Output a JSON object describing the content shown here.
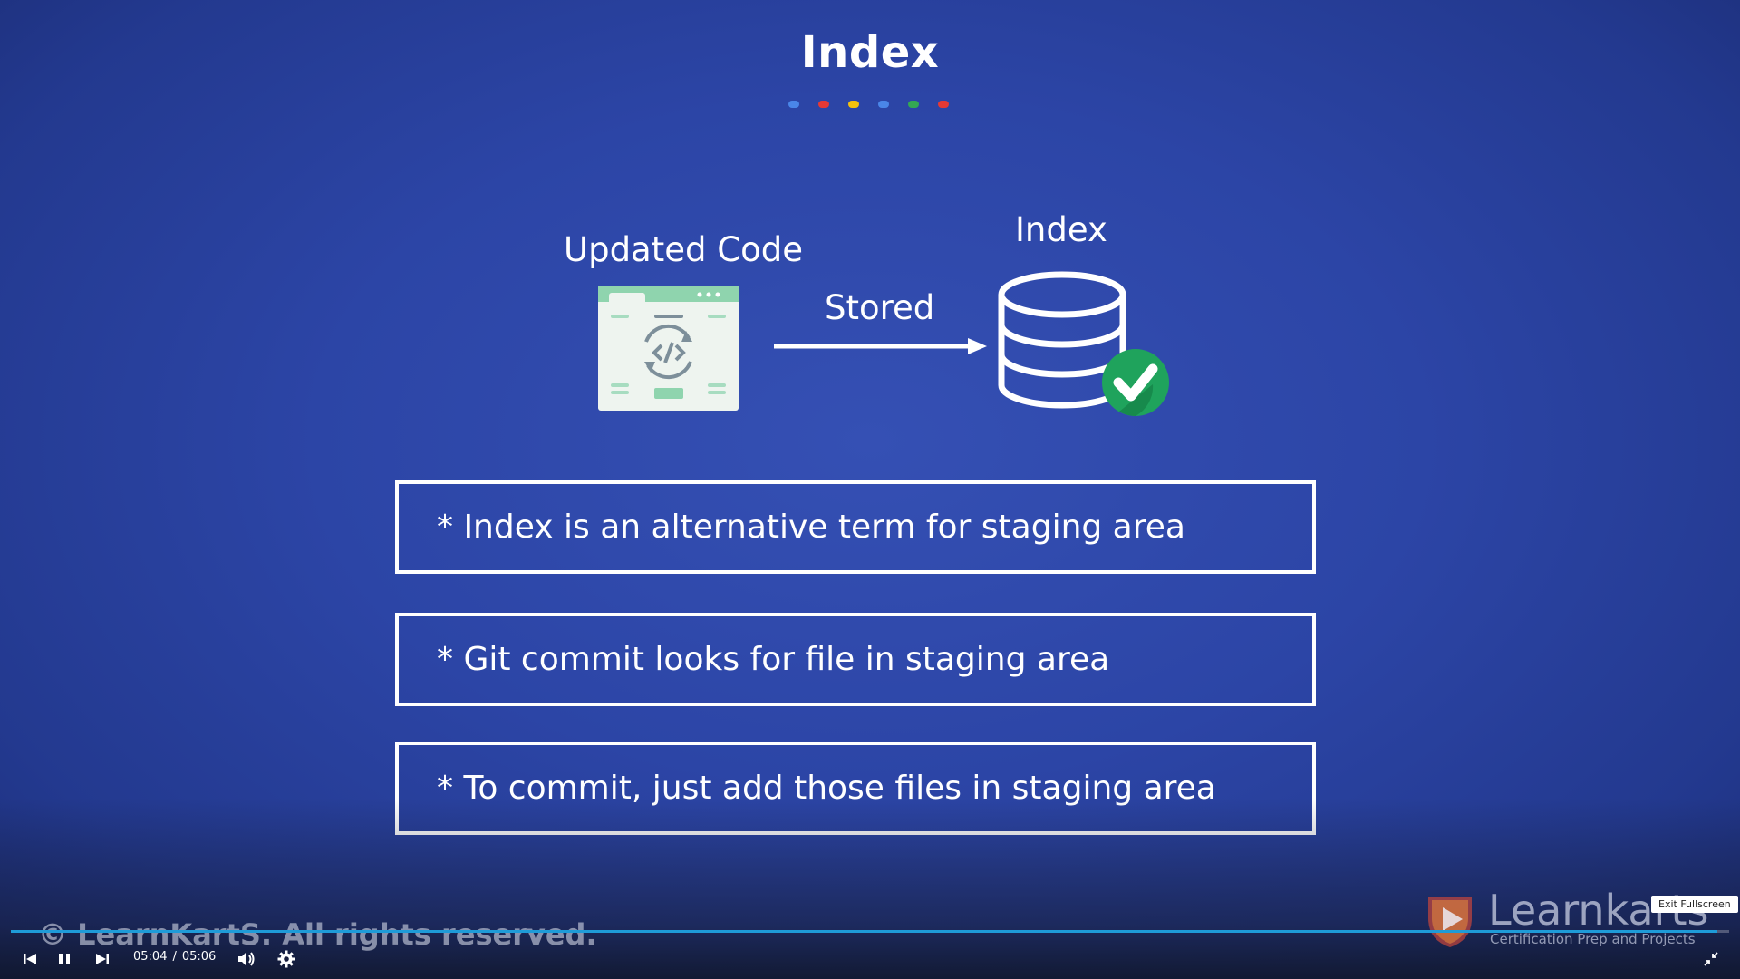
{
  "slide": {
    "title": "Index",
    "dot_colors": [
      "#4a86e8",
      "#e53935",
      "#f4c20d",
      "#4a86e8",
      "#34a853",
      "#e53935"
    ],
    "diagram": {
      "source_label": "Updated Code",
      "arrow_label": "Stored",
      "target_label": "Index"
    },
    "points": [
      "* Index is an alternative term for staging area",
      "* Git commit looks for file in staging area",
      "* To commit, just add  those files in staging area"
    ]
  },
  "watermark": {
    "copyright": "© LearnKartS. All rights reserved.",
    "brand_name": "Learnkarts",
    "brand_tagline": "Certification Prep and Projects"
  },
  "player": {
    "current_time": "05:04",
    "separator": "/",
    "duration": "05:06",
    "progress_fraction": 0.993,
    "tooltip": "Exit Fullscreen",
    "accent_color": "#1e9bd8"
  }
}
